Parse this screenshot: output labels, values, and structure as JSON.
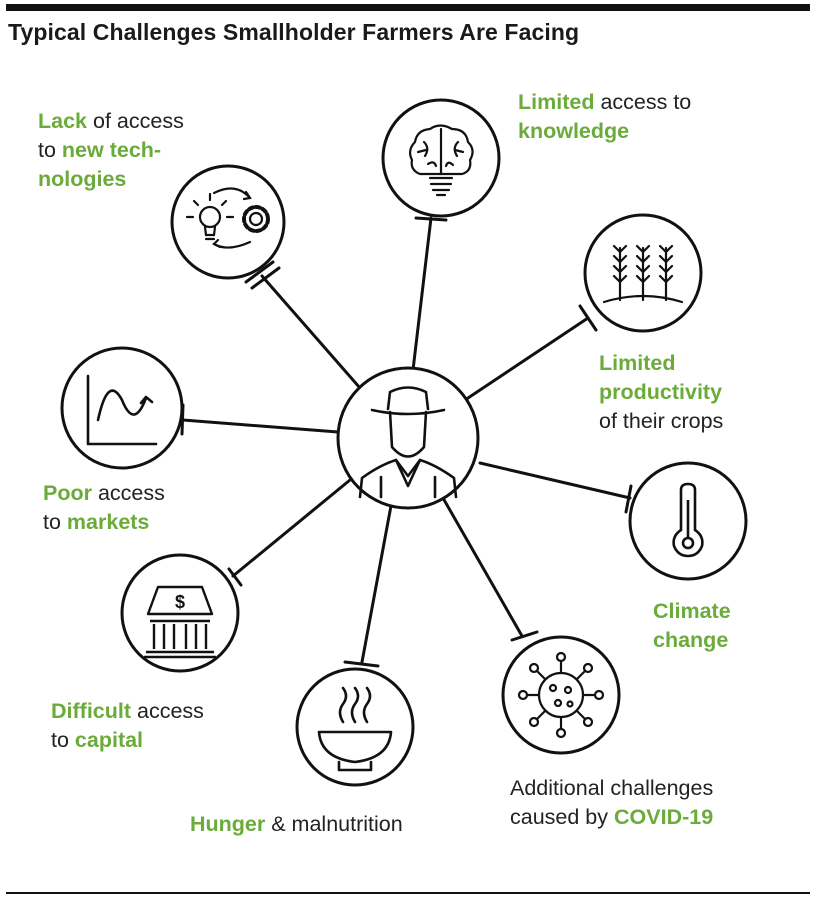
{
  "title": "Typical Challenges Smallholder Farmers Are Facing",
  "colors": {
    "accent": "#6aab3a",
    "text": "#222222",
    "line": "#111111"
  },
  "center": {
    "icon": "farmer-icon"
  },
  "labels": {
    "lack": {
      "g1": "Lack",
      "t1": "of access",
      "t2": "to",
      "g2": "new tech-",
      "g3": "nologies"
    },
    "knowledge": {
      "g1": "Limited",
      "t1": "access to",
      "g2": "knowledge"
    },
    "productivity": {
      "g1": "Limited",
      "g2": "productivity",
      "t1": "of their crops"
    },
    "markets": {
      "g1": "Poor",
      "t1": "access",
      "t2": "to",
      "g2": "markets"
    },
    "climate": {
      "g1": "Climate",
      "g2": "change"
    },
    "capital": {
      "g1": "Difficult",
      "t1": "access",
      "t2": "to",
      "g2": "capital"
    },
    "hunger": {
      "g1": "Hunger",
      "t1": "& malnutrition"
    },
    "covid": {
      "t1": "Additional challenges",
      "t2": "caused by",
      "g1": "COVID-19"
    }
  },
  "icons": {
    "lack": "lightbulb-gear-icon",
    "knowledge": "brain-bulb-icon",
    "productivity": "wheat-icon",
    "markets": "market-wave-chart-icon",
    "climate": "thermometer-icon",
    "capital": "bank-icon",
    "hunger": "soup-bowl-icon",
    "covid": "virus-icon"
  }
}
